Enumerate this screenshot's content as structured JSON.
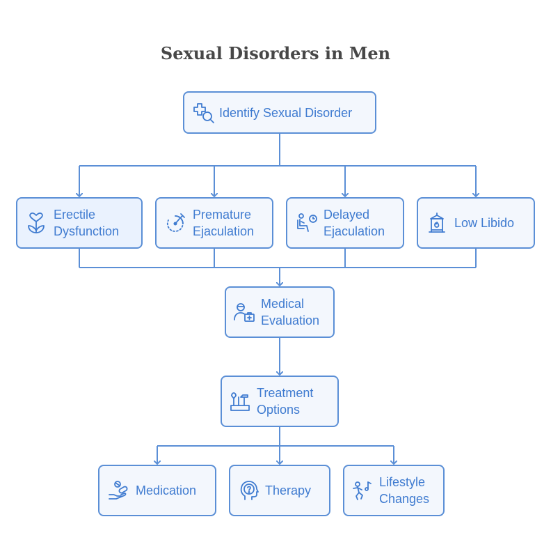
{
  "title": "Sexual Disorders in Men",
  "nodes": {
    "identify": {
      "label": "Identify Sexual Disorder",
      "icon": "medical-search-icon"
    },
    "erectile": {
      "label": "Erectile\nDysfunction",
      "icon": "heart-flower-icon"
    },
    "premature": {
      "label": "Premature\nEjaculation",
      "icon": "stopwatch-icon"
    },
    "delayed": {
      "label": "Delayed\nEjaculation",
      "icon": "person-waiting-clock-icon"
    },
    "libido": {
      "label": "Low Libido",
      "icon": "lantern-flame-icon"
    },
    "evaluation": {
      "label": "Medical\nEvaluation",
      "icon": "doctor-medkit-icon"
    },
    "treatment": {
      "label": "Treatment\nOptions",
      "icon": "toolbox-icon"
    },
    "medication": {
      "label": "Medication",
      "icon": "hand-pills-icon"
    },
    "therapy": {
      "label": "Therapy",
      "icon": "head-question-icon"
    },
    "lifestyle": {
      "label": "Lifestyle\nChanges",
      "icon": "dancing-person-music-icon"
    }
  },
  "colors": {
    "stroke": "#5b8fd6",
    "text": "#3f7bd0",
    "fill": "#f3f7fd",
    "title": "#474747"
  }
}
